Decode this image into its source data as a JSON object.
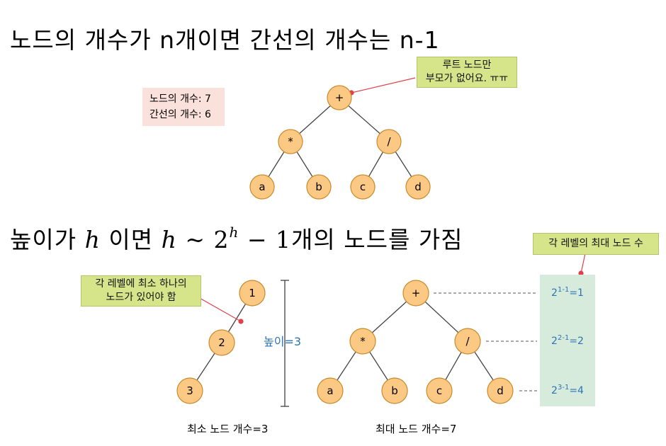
{
  "headings": {
    "h1": "노드의 개수가 n개이면 간선의 개수는 n-1",
    "h2": {
      "part1": "높이가",
      "var_h": "h",
      "part2": "이면",
      "var_h2": "h",
      "tilde": "~",
      "two": "2",
      "sup_h": "h",
      "minus_one": "− 1",
      "part3": "개의 노드를 가짐"
    }
  },
  "top_tree": {
    "nodes": [
      "+",
      "*",
      "/",
      "a",
      "b",
      "c",
      "d"
    ],
    "info": {
      "line1": "노드의 개수: 7",
      "line2": "간선의 개수: 6"
    },
    "root_callout": {
      "line1": "루트 노드만",
      "line2": "부모가 없어요. ㅠㅠ"
    }
  },
  "min_tree": {
    "nodes": [
      "1",
      "2",
      "3"
    ],
    "callout": {
      "line1": "각 레벨에 최소 하나의",
      "line2": "노드가 있어야 함"
    },
    "height_label": "높이=3",
    "caption": "최소 노드 개수=3"
  },
  "max_tree": {
    "nodes": [
      "+",
      "*",
      "/",
      "a",
      "b",
      "c",
      "d"
    ],
    "caption": "최대 노드 개수=7"
  },
  "levels": {
    "callout": "각 레벨의 최대 노드 수",
    "items": [
      {
        "base": "2",
        "exp": "1-1",
        "result": "=1"
      },
      {
        "base": "2",
        "exp": "2-1",
        "result": "=2"
      },
      {
        "base": "2",
        "exp": "3-1",
        "result": "=4"
      }
    ]
  },
  "colors": {
    "node_fill": "#fbc983",
    "callout_green": "#d6e48a",
    "info_pink": "#fbe1dc",
    "level_green": "#d6ebdb",
    "level_text": "#2e74b5",
    "pointer_red": "#e0404a"
  }
}
